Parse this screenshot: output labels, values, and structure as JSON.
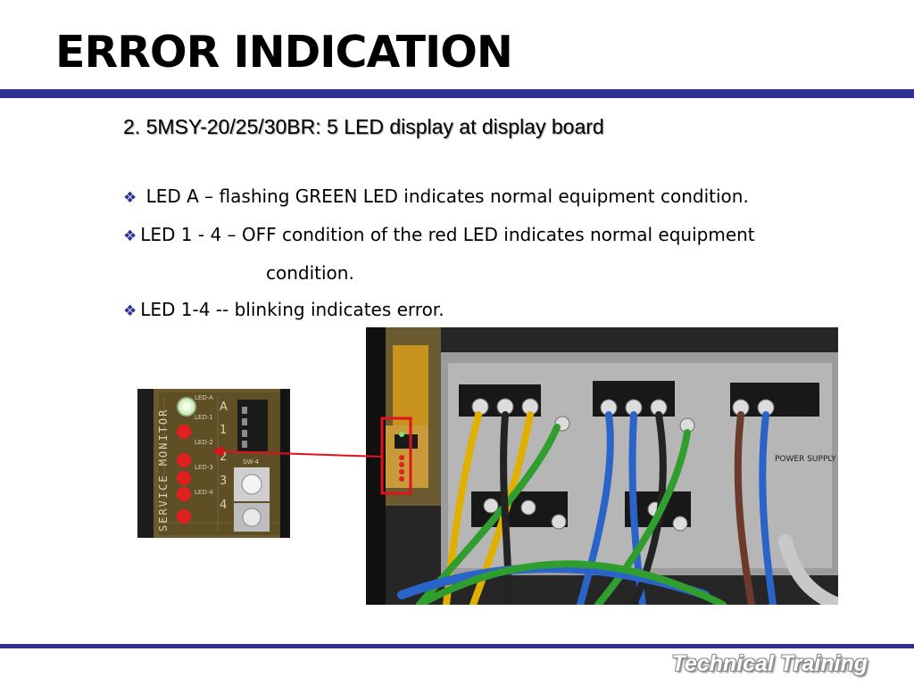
{
  "slide": {
    "title": "ERROR INDICATION",
    "subtitle": "2. 5MSY-20/25/30BR: 5 LED display at display board",
    "bullets": [
      {
        "text": " LED A   – flashing GREEN LED indicates normal equipment condition.",
        "continuation": ""
      },
      {
        "text": "LED 1 - 4 – OFF condition of the red LED indicates normal equipment",
        "continuation": "condition."
      },
      {
        "text": "LED 1-4   --   blinking indicates error.",
        "continuation": ""
      }
    ],
    "footer": "Technical Training"
  },
  "board_labels": {
    "vertical": "SERVICE MONITOR",
    "leds": [
      "LED-A",
      "LED-1",
      "LED-2",
      "LED-3",
      "LED-4"
    ],
    "led_digits": [
      "A",
      "1",
      "2",
      "3",
      "4"
    ],
    "switch_label": "SW-4",
    "terminal_label": "POWER SUPPLY"
  },
  "colors": {
    "accent": "#2e3192",
    "pointer": "#e4101c",
    "led_green": "#d8f2c4",
    "led_red": "#e02020"
  },
  "icons": {
    "bullet": "diamond-bullet-icon",
    "pointer": "arrow-pointer-icon"
  }
}
